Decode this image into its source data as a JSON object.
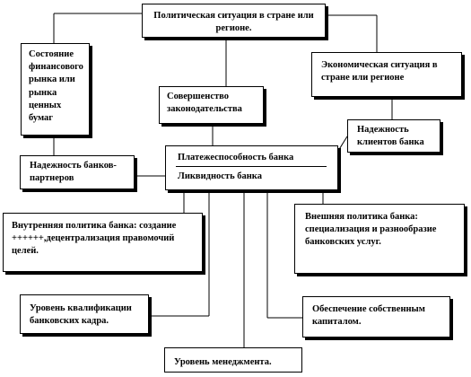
{
  "diagram": {
    "nodes": {
      "politics": "Политическая ситуация в стране или регионе.",
      "finance": "Состояние финансового рынка или рынка ценных бумаг",
      "economy": "Экономическая ситуация в стране или регионе",
      "legislation": "Совершенство законодательства",
      "clients": "Надежность клиентов банка",
      "solvency": "Платежеспособность банка",
      "liquidity": "Ликвидность банка",
      "partners": "Надежность банков-партнеров",
      "internal": "Внутренняя политика банка: создание ++++++,децентрализация правомочий целей.",
      "external": "Внешняя политика банка: специализация и разнообразие банковских услуг.",
      "qualification": "Уровень квалификации банковских кадра.",
      "capital": "Обеспечение собственным капиталом.",
      "management": "Уровень менеджмента."
    },
    "edges": [
      [
        "politics",
        "finance"
      ],
      [
        "politics",
        "economy"
      ],
      [
        "politics",
        "legislation"
      ],
      [
        "finance",
        "partners"
      ],
      [
        "legislation",
        "solvency"
      ],
      [
        "economy",
        "clients"
      ],
      [
        "clients",
        "solvency"
      ],
      [
        "partners",
        "solvency"
      ],
      [
        "solvency",
        "internal"
      ],
      [
        "solvency",
        "external"
      ],
      [
        "solvency",
        "qualification"
      ],
      [
        "solvency",
        "management"
      ],
      [
        "solvency",
        "capital"
      ]
    ]
  }
}
